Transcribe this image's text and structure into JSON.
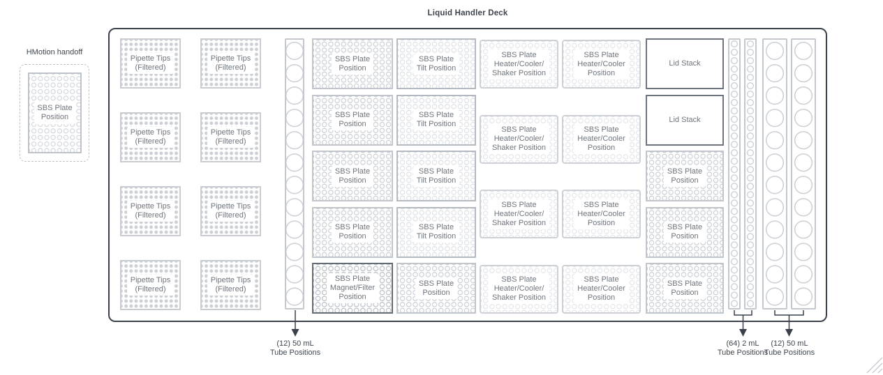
{
  "title": "Liquid Handler Deck",
  "handoff": {
    "label": "HMotion handoff",
    "plate_label": "SBS Plate\nPosition"
  },
  "deck": {
    "columns": {
      "tips_a": {
        "boxes": [
          {
            "kind": "pipette-tips",
            "label": "Pipette Tips\n(Filtered)"
          },
          {
            "kind": "pipette-tips",
            "label": "Pipette Tips\n(Filtered)"
          },
          {
            "kind": "pipette-tips",
            "label": "Pipette Tips\n(Filtered)"
          },
          {
            "kind": "pipette-tips",
            "label": "Pipette Tips\n(Filtered)"
          }
        ]
      },
      "tips_b": {
        "boxes": [
          {
            "kind": "pipette-tips",
            "label": "Pipette Tips\n(Filtered)"
          },
          {
            "kind": "pipette-tips",
            "label": "Pipette Tips\n(Filtered)"
          },
          {
            "kind": "pipette-tips",
            "label": "Pipette Tips\n(Filtered)"
          },
          {
            "kind": "pipette-tips",
            "label": "Pipette Tips\n(Filtered)"
          }
        ]
      },
      "plates": {
        "boxes": [
          {
            "kind": "sbs-plate",
            "label": "SBS Plate\nPosition"
          },
          {
            "kind": "sbs-plate",
            "label": "SBS Plate\nPosition"
          },
          {
            "kind": "sbs-plate",
            "label": "SBS Plate\nPosition"
          },
          {
            "kind": "sbs-plate",
            "label": "SBS Plate\nPosition"
          },
          {
            "kind": "magnet-filter",
            "label": "SBS Plate\nMagnet/Filter\nPosition"
          }
        ]
      },
      "tilt": {
        "boxes": [
          {
            "kind": "tilt",
            "label": "SBS Plate\nTilt Position"
          },
          {
            "kind": "tilt",
            "label": "SBS Plate\nTilt Position"
          },
          {
            "kind": "tilt",
            "label": "SBS Plate\nTilt Position"
          },
          {
            "kind": "tilt",
            "label": "SBS Plate\nTilt Position"
          },
          {
            "kind": "sbs-plate",
            "label": "SBS Plate\nPosition"
          }
        ]
      },
      "heater_shaker": {
        "boxes": [
          {
            "kind": "heater-shaker",
            "label": "SBS Plate\nHeater/Cooler/\nShaker Position"
          },
          {
            "kind": "heater-shaker",
            "label": "SBS Plate\nHeater/Cooler/\nShaker Position"
          },
          {
            "kind": "heater-shaker",
            "label": "SBS Plate\nHeater/Cooler/\nShaker Position"
          },
          {
            "kind": "heater-shaker",
            "label": "SBS Plate\nHeater/Cooler/\nShaker Position"
          }
        ]
      },
      "heater": {
        "boxes": [
          {
            "kind": "heater",
            "label": "SBS Plate\nHeater/Cooler\nPosition"
          },
          {
            "kind": "heater",
            "label": "SBS Plate\nHeater/Cooler\nPosition"
          },
          {
            "kind": "heater",
            "label": "SBS Plate\nHeater/Cooler\nPosition"
          },
          {
            "kind": "heater",
            "label": "SBS Plate\nHeater/Cooler\nPosition"
          }
        ]
      },
      "lid": {
        "boxes": [
          {
            "kind": "lid-stack",
            "label": "Lid Stack"
          },
          {
            "kind": "lid-stack",
            "label": "Lid Stack"
          },
          {
            "kind": "sbs-plate",
            "label": "SBS Plate\nPosition"
          },
          {
            "kind": "sbs-plate",
            "label": "SBS Plate\nPosition"
          },
          {
            "kind": "sbs-plate",
            "label": "SBS Plate\nPosition"
          }
        ]
      }
    },
    "strips": {
      "left_50ml": {
        "tube_count": 12,
        "tube_size": "50 mL"
      },
      "mid_2ml_a": {
        "tube_count": 32,
        "tube_size": "2 mL"
      },
      "mid_2ml_b": {
        "tube_count": 32,
        "tube_size": "2 mL"
      },
      "right_50ml_a": {
        "tube_count": 12,
        "tube_size": "50 mL"
      },
      "right_50ml_b": {
        "tube_count": 12,
        "tube_size": "50 mL"
      }
    }
  },
  "annotations": {
    "left": {
      "line1": "(12) 50 mL",
      "line2": "Tube Positions"
    },
    "mid": {
      "line1": "(64) 2 mL",
      "line2": "Tube Positions"
    },
    "right": {
      "line1": "(12) 50 mL",
      "line2": "Tube Positions"
    }
  }
}
